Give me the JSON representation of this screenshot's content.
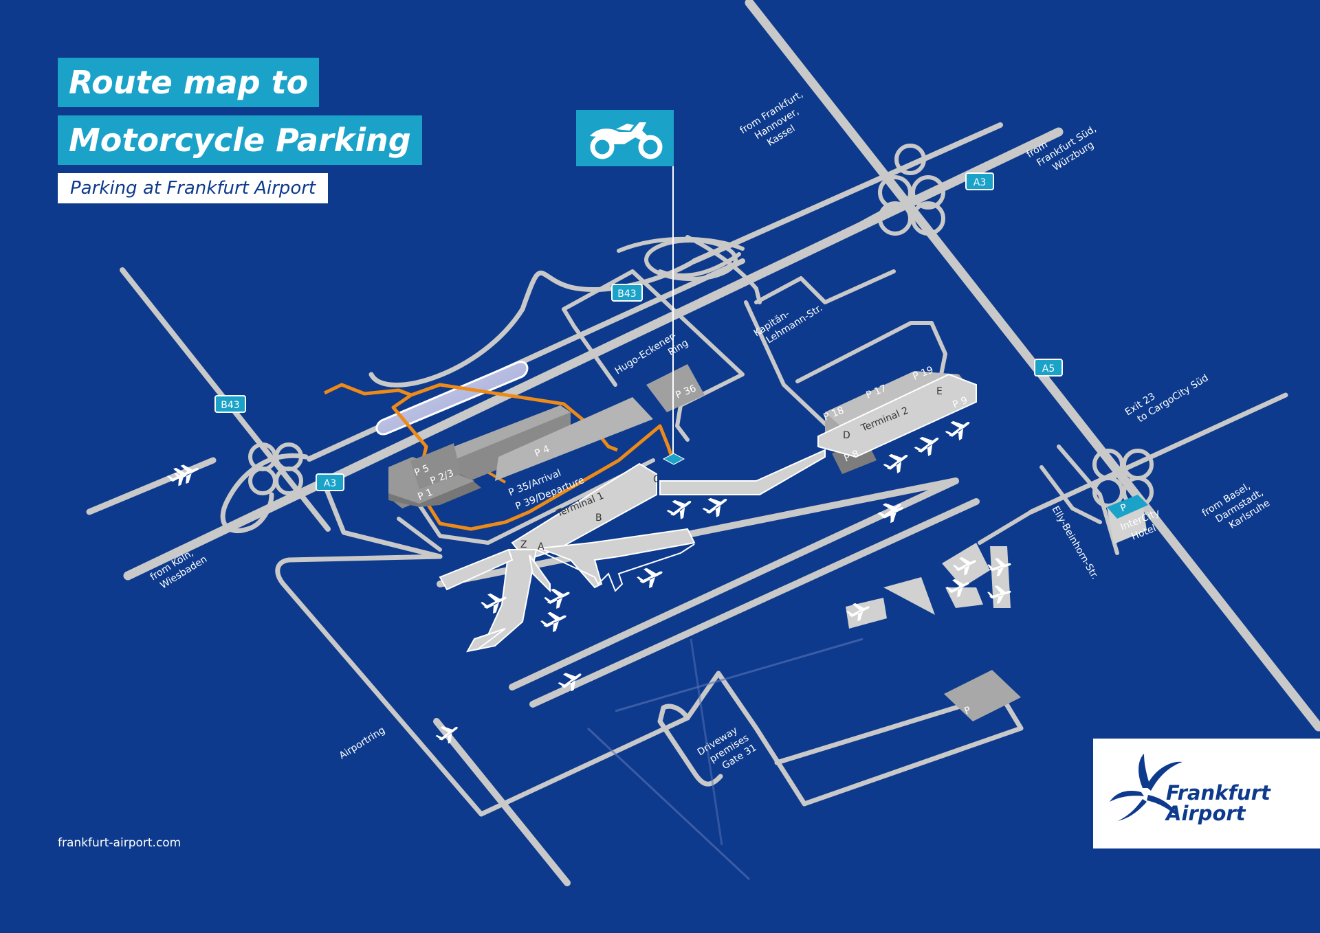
{
  "title": {
    "line1": "Route map to",
    "line2": "Motorcycle Parking",
    "subtitle": "Parking at Frankfurt Airport"
  },
  "footer": {
    "url": "frankfurt-airport.com"
  },
  "logo": {
    "line1": "Frankfurt",
    "line2": "Airport"
  },
  "roads": {
    "b43_west": "B43",
    "b43_north": "B43",
    "a3_west": "A3",
    "a3_east": "A3",
    "a5": "A5"
  },
  "directions": {
    "from_frankfurt": [
      "from Frankfurt,",
      "Hannover,",
      "Kassel"
    ],
    "from_frankfurt_sued": [
      "from",
      "Frankfurt Süd,",
      "Würzburg"
    ],
    "from_koeln": [
      "from Köln,",
      "Wiesbaden"
    ],
    "from_basel": [
      "from Basel,",
      "Darmstadt,",
      "Karlsruhe"
    ],
    "exit23": [
      "Exit 23",
      "to CargoCity Süd"
    ]
  },
  "streets": {
    "kapitaen": [
      "Kapitän-",
      "Lehmann-Str."
    ],
    "hugo": [
      "Hugo-Eckener-",
      "Ring"
    ],
    "elly": "Elly-Beinhorn-Str.",
    "airportring": "Airportring",
    "driveway": [
      "Driveway",
      "premises",
      "Gate 31"
    ]
  },
  "parking": {
    "p5": "P 5",
    "p23": "P 2/3",
    "p1": "P 1",
    "p4": "P 4",
    "p35": "P 35/Arrival",
    "p39": "P 39/Departure",
    "p36": "P 36",
    "p18": "P 18",
    "p17": "P 17",
    "p19": "P 19",
    "p9": "P 9",
    "p8": "P 8",
    "hotel_p": "P",
    "hotel": [
      "InterCity",
      "Hotel"
    ],
    "cargo_p": "P"
  },
  "terminals": {
    "t1": "Terminal 1",
    "t2": "Terminal 2",
    "piers": {
      "z": "Z",
      "a": "A",
      "b": "B",
      "c": "C",
      "d": "D",
      "e": "E"
    }
  },
  "colors": {
    "background": "#0d3a8c",
    "accent": "#1aa2c9",
    "route": "#ee8a17",
    "road": "#c9c9c9"
  },
  "icons": [
    "motorcycle-icon",
    "airplane-icon",
    "frankfurt-airport-logo"
  ]
}
